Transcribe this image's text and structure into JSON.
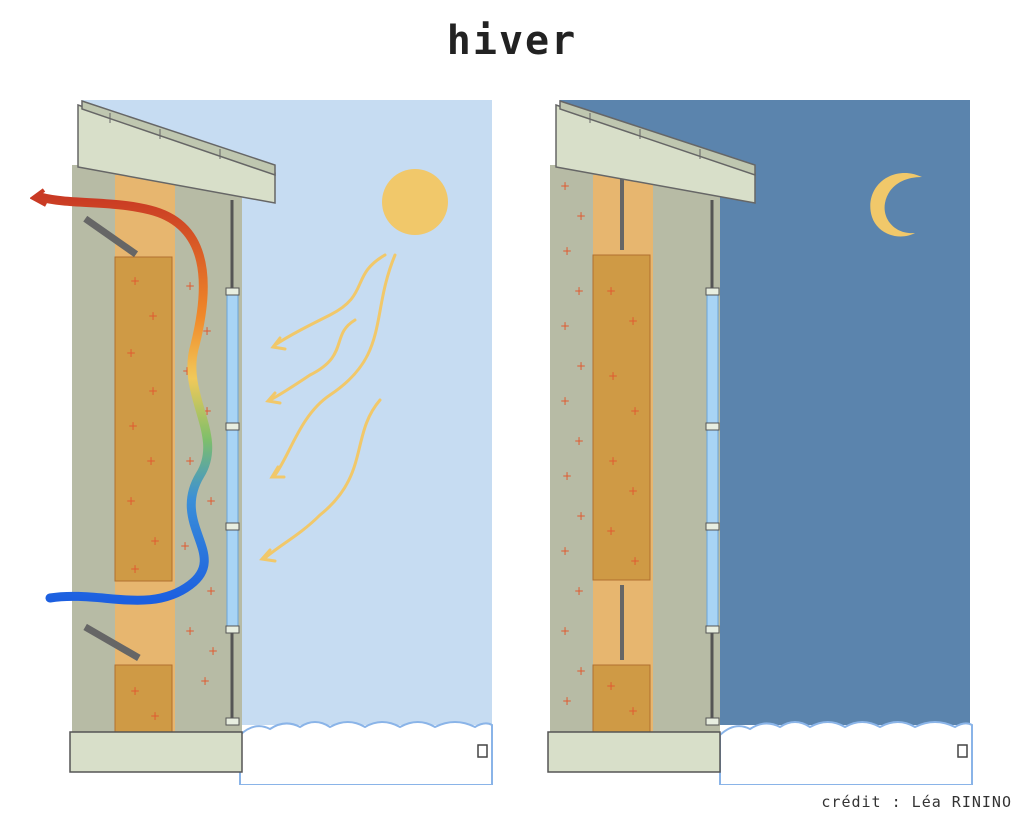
{
  "title": "hiver",
  "credit": "crédit : Léa RININO",
  "panels": [
    {
      "name": "day",
      "sky_color": "#c6dcf2",
      "celestial": "sun-icon"
    },
    {
      "name": "night",
      "sky_color": "#5b84ad",
      "celestial": "moon-icon"
    }
  ],
  "colors": {
    "wall": "#b7bba5",
    "mass": "#e7b66f",
    "insulation": "#cf9a45",
    "roof": "#d8dfc9",
    "glass": "#a8d4f5",
    "sun": "#f1c86a",
    "warm_air": "#c9432b",
    "cool_air": "#2060d0"
  }
}
